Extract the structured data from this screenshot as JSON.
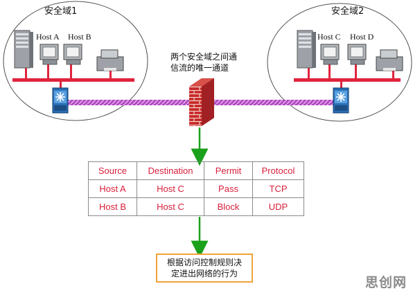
{
  "zones": {
    "left_title": "安全域1",
    "right_title": "安全域2"
  },
  "hosts": {
    "a": "Host A",
    "b": "Host B",
    "c": "Host C",
    "d": "Host D"
  },
  "firewall_caption": {
    "line1": "两个安全域之间通",
    "line2": "信流的唯一通道"
  },
  "rules_table": {
    "headers": [
      "Source",
      "Destination",
      "Permit",
      "Protocol"
    ],
    "rows": [
      [
        "Host A",
        "Host C",
        "Pass",
        "TCP"
      ],
      [
        "Host B",
        "Host C",
        "Block",
        "UDP"
      ]
    ]
  },
  "decision_note": {
    "line1": "根据访问控制规则决",
    "line2": "定进出网络的行为"
  },
  "watermark": "思创网",
  "colors": {
    "lan_bus": "#e0243c",
    "link_cable": "#b04ac0",
    "arrow": "#1aa01a",
    "table_text": "#d81e3a",
    "note_border": "#f0a33a"
  }
}
